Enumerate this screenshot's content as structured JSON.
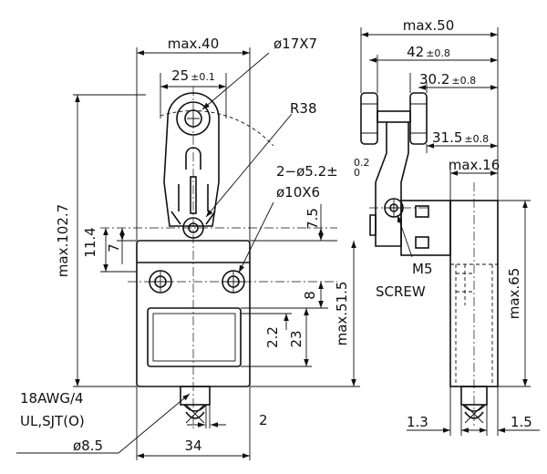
{
  "front_view": {
    "max_width": "max.40",
    "roller_hole_width": "25",
    "roller_hole_tol": "±0.1",
    "roller_size": "ø17X7",
    "lever_radius": "R38",
    "mount_holes_prefix": "2−ø5.2",
    "mount_holes_tol": "±",
    "mount_holes_tol_upper": "0.2",
    "mount_holes_tol_lower": "0",
    "boss_size": "ø10X6",
    "max_height": "max.102.7",
    "dim_11_4": "11.4",
    "dim_7": "7",
    "dim_7_5": "7.5",
    "dim_8": "8",
    "dim_max_51_5": "max.51.5",
    "dim_2_2": "2.2",
    "dim_23": "23",
    "bottom_width": "34",
    "bottom_gap": "2"
  },
  "cable": {
    "line1": "18AWG/4",
    "line2": "UL,SJT(O)",
    "line3": "ø8.5"
  },
  "side_view": {
    "max_width": "max.50",
    "dim_42": "42",
    "dim_42_tol": "±0.8",
    "dim_30_2": "30.2",
    "dim_30_2_tol": "±0.8",
    "dim_31_5": "31.5",
    "dim_31_5_tol": "±0.8",
    "max_depth": "max.16",
    "screw_line1": "M5",
    "screw_line2": "SCREW",
    "max_height": "max.65",
    "dim_1_3": "1.3",
    "dim_1_5": "1.5"
  }
}
